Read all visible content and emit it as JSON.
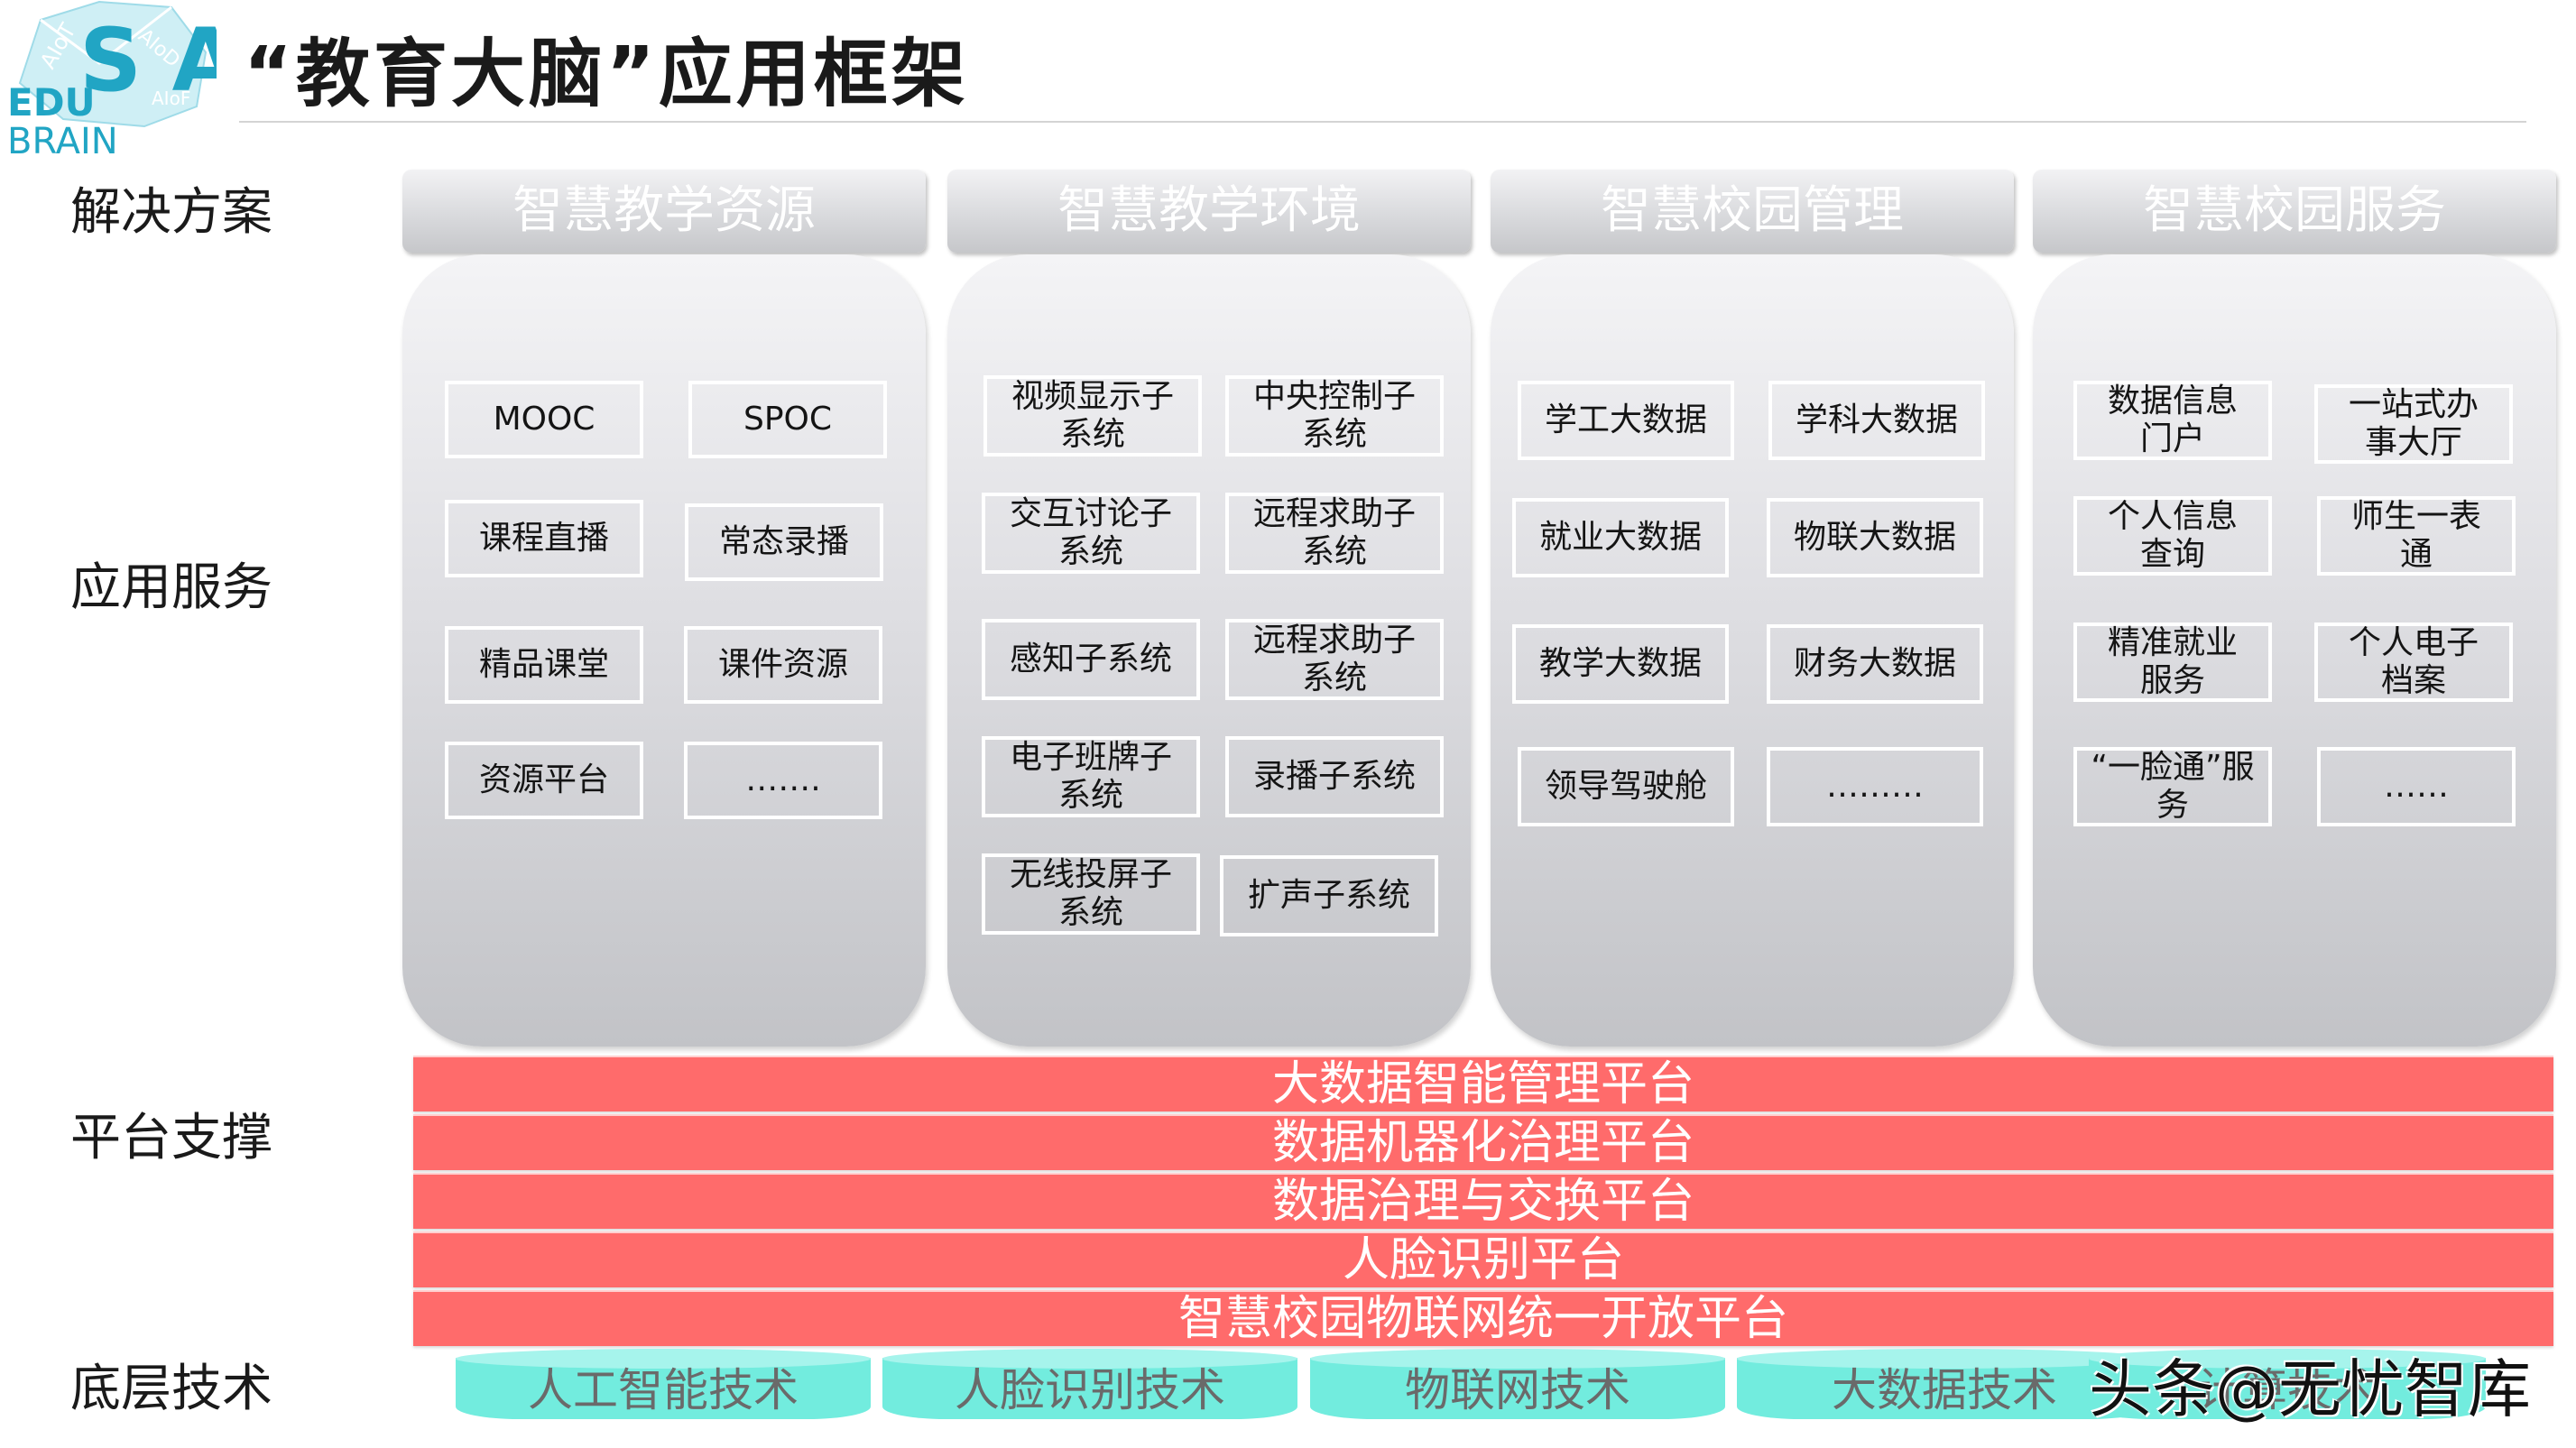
{
  "logo": {
    "top_text": "AIoT",
    "letters": "S AI",
    "side_text_1": "AIoD",
    "side_text_2": "AIoF",
    "edu": "EDU",
    "brain": "BRAIN",
    "color": "#21a5c4"
  },
  "title": "“教育大脑”应用框架",
  "row_labels": {
    "solutions": "解决方案",
    "services": "应用服务",
    "platform": "平台支撑",
    "tech": "底层技术"
  },
  "solutions": [
    {
      "header": "智慧教学资源",
      "items": [
        "MOOC",
        "SPOC",
        "课程直播",
        "常态录播",
        "精品课堂",
        "课件资源",
        "资源平台",
        "……."
      ]
    },
    {
      "header": "智慧教学环境",
      "items": [
        "视频显示子\n系统",
        "中央控制子\n系统",
        "交互讨论子\n系统",
        "远程求助子\n系统",
        "感知子系统",
        "远程求助子\n系统",
        "电子班牌子\n系统",
        "录播子系统",
        "无线投屏子\n系统",
        "扩声子系统"
      ]
    },
    {
      "header": "智慧校园管理",
      "items": [
        "学工大数据",
        "学科大数据",
        "就业大数据",
        "物联大数据",
        "教学大数据",
        "财务大数据",
        "领导驾驶舱",
        "………"
      ]
    },
    {
      "header": "智慧校园服务",
      "items": [
        "数据信息\n门户",
        "一站式办\n事大厅",
        "个人信息\n查询",
        "师生一表\n通",
        "精准就业\n服务",
        "个人电子\n档案",
        "“一脸通”服\n务",
        "……"
      ]
    }
  ],
  "platforms": [
    "大数据智能管理平台",
    "数据机器化治理平台",
    "数据治理与交换平台",
    "人脸识别平台",
    "智慧校园物联网统一开放平台"
  ],
  "technologies": [
    "人工智能技术",
    "人脸识别技术",
    "物联网技术",
    "大数据技术",
    "计算技术"
  ],
  "watermark": "头条@无忧智库",
  "colors": {
    "platform_bar": "#ff6b6b",
    "tech_cylinder": "#72ecde",
    "accent": "#21a5c4"
  }
}
